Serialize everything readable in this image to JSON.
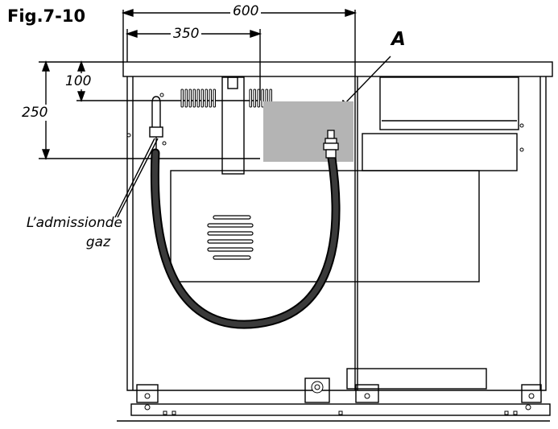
{
  "figure": {
    "title": "Fig.7-10",
    "dimensions": {
      "total_width": "600",
      "offset_width": "350",
      "height_small": "100",
      "height_large": "250"
    },
    "callout_zone": "A",
    "gas_inlet_label": {
      "line1": "L’admissionde",
      "line2": "gaz"
    }
  },
  "colors": {
    "line": "#000000",
    "zone_fill": "#b4b4b4",
    "hose": "#3a3a3a",
    "background": "#ffffff"
  }
}
